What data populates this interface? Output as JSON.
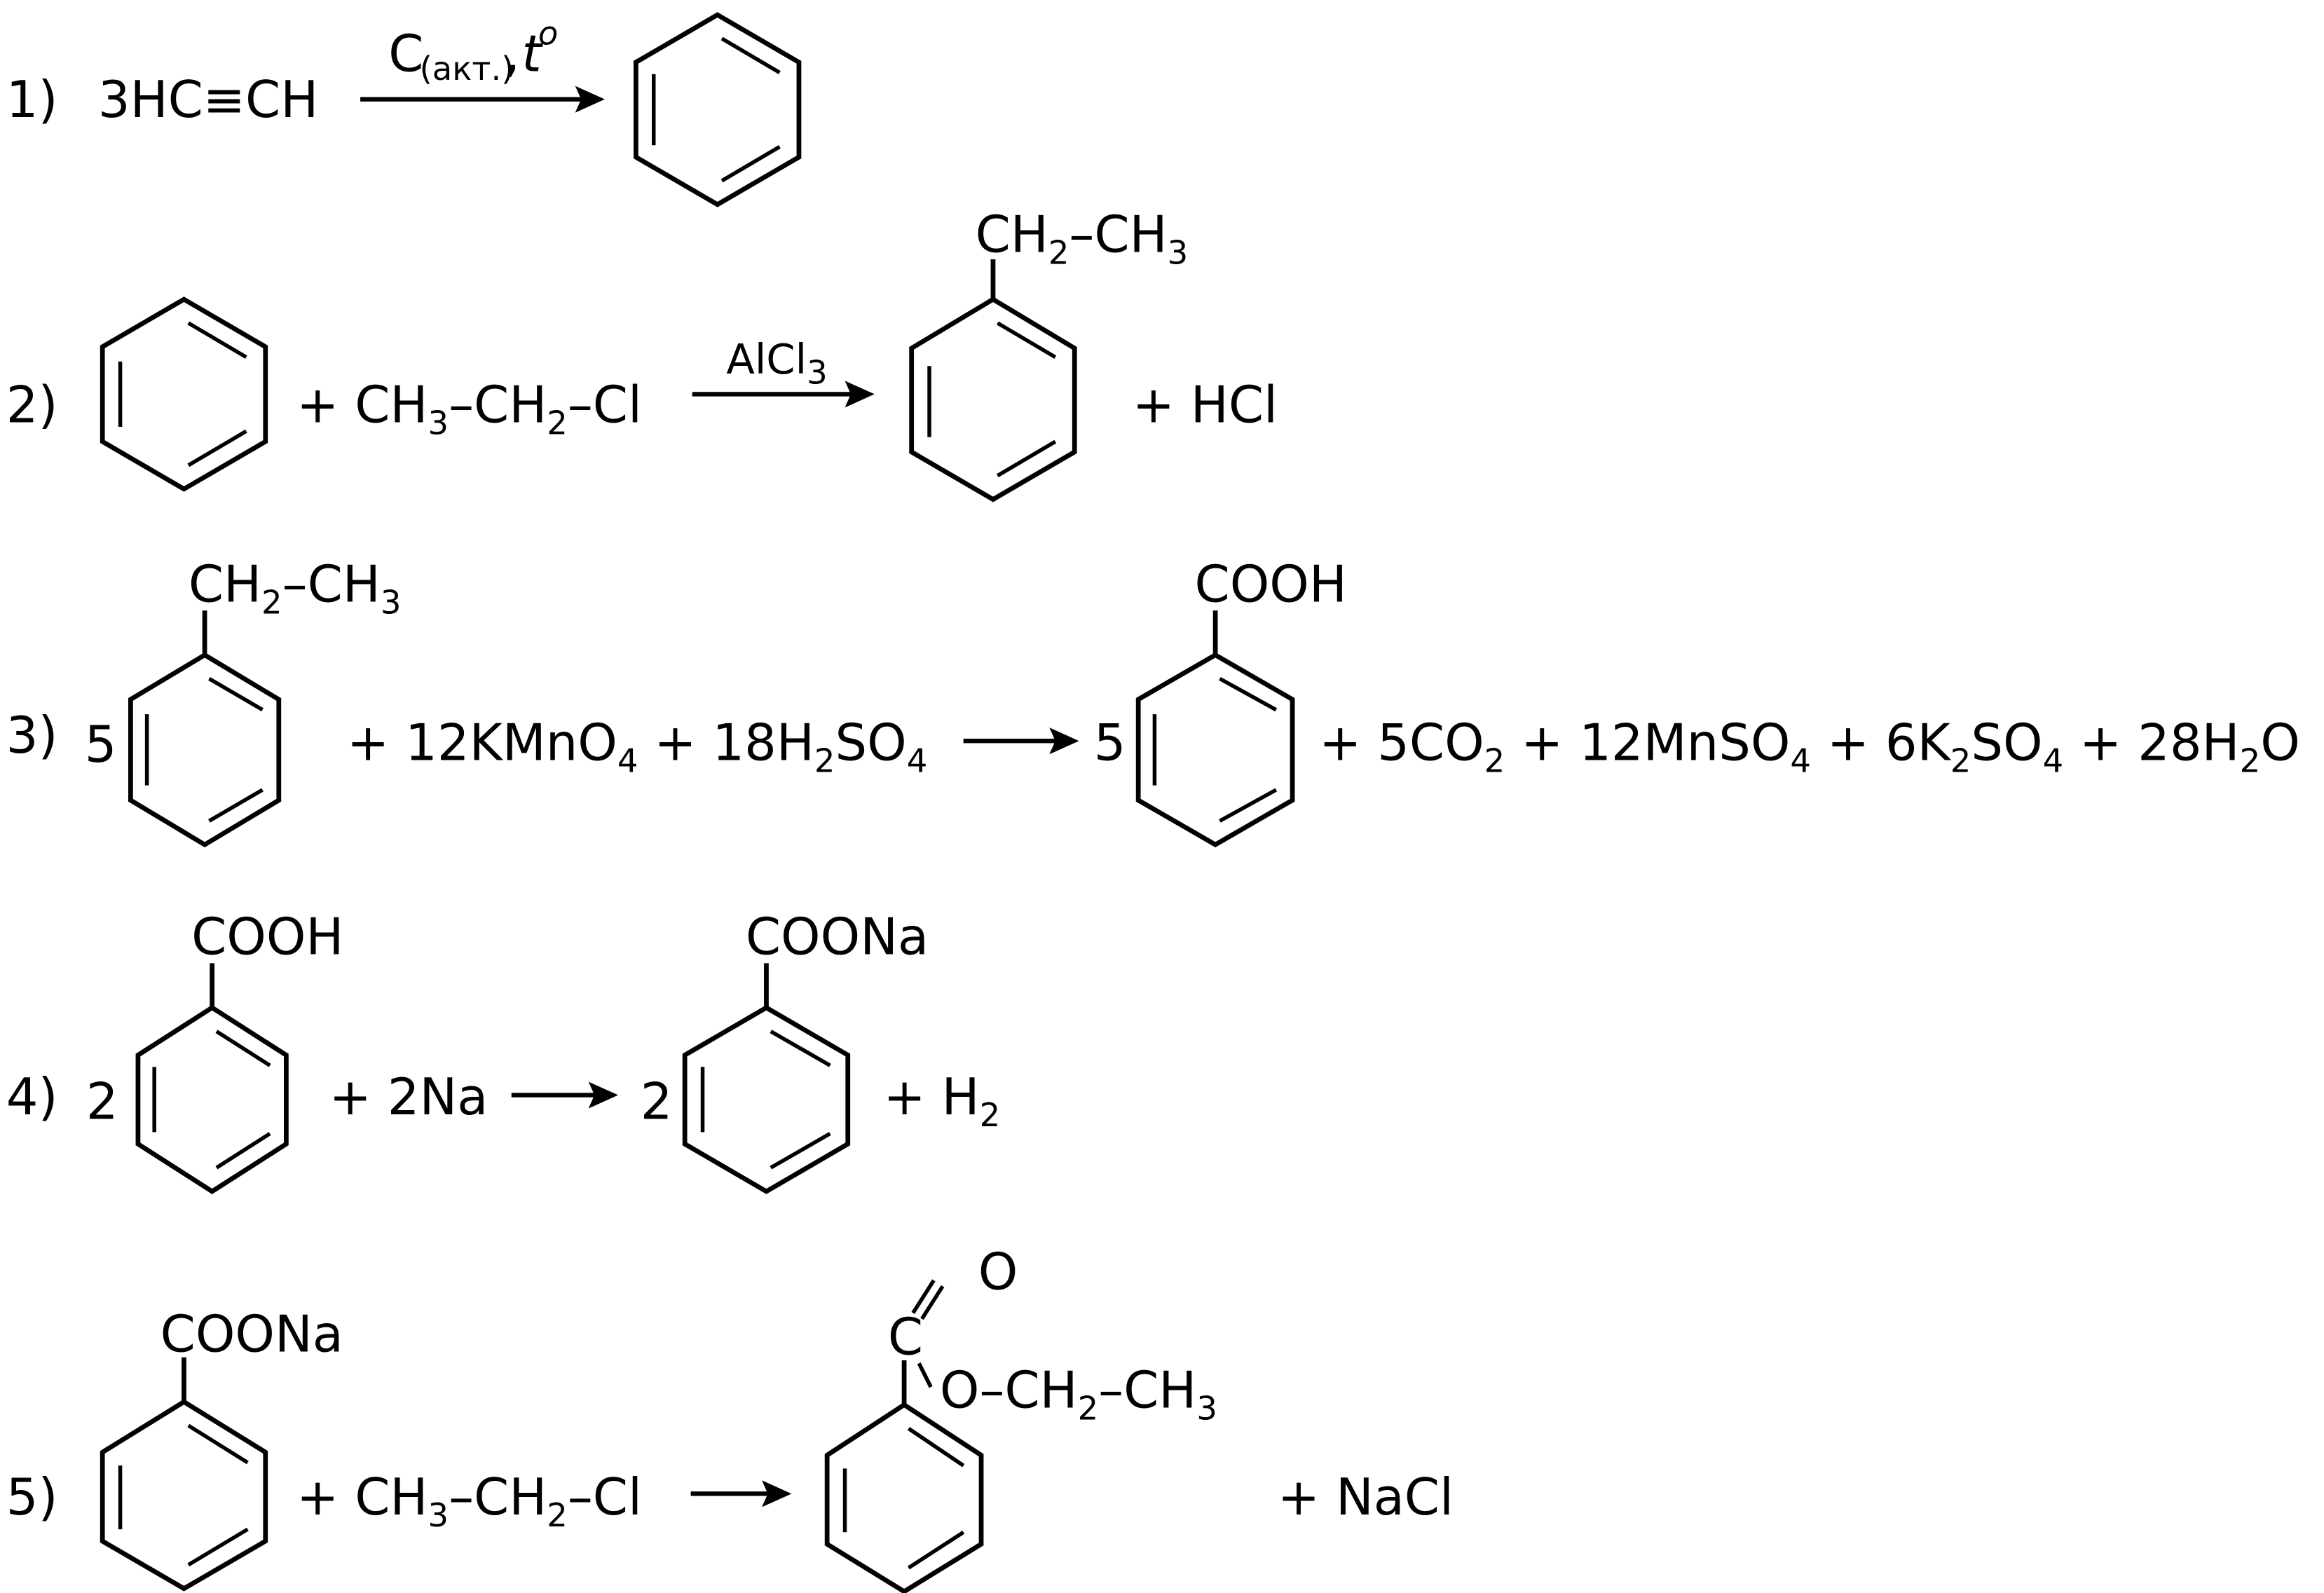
{
  "colors": {
    "ink": "#000000",
    "background": "#ffffff"
  },
  "reactions": [
    {
      "number": "1)",
      "reactants": [
        {
          "text": "3HC≡CH"
        }
      ],
      "catalyst": {
        "main": "C",
        "sub": "(акт.)",
        "sep": ",",
        "temp": "t",
        "temp_sup": "o"
      },
      "products": [
        {
          "structure": "benzene"
        }
      ]
    },
    {
      "number": "2)",
      "reactants": [
        {
          "structure": "benzene"
        },
        {
          "parts": [
            "+ CH",
            "3",
            "–CH",
            "2",
            "–Cl"
          ]
        }
      ],
      "catalyst": {
        "main": "AlCl",
        "sub": "3"
      },
      "products": [
        {
          "structure": "ethylbenzene",
          "substituent": [
            "CH",
            "2",
            "–CH",
            "3"
          ]
        },
        {
          "text": "+ HCl"
        }
      ]
    },
    {
      "number": "3)",
      "reactants": [
        {
          "coefficient": "5",
          "structure": "ethylbenzene",
          "substituent": [
            "CH",
            "2",
            "–CH",
            "3"
          ]
        },
        {
          "parts": [
            "+ 12KMnO",
            "4",
            " + 18H",
            "2",
            "SO",
            "4"
          ]
        }
      ],
      "products": [
        {
          "coefficient": "5",
          "structure": "benzoic acid",
          "substituent": "COOH"
        },
        {
          "parts": [
            "+ 5CO",
            "2",
            " + 12MnSO",
            "4",
            " + 6K",
            "2",
            "SO",
            "4",
            " + 28H",
            "2",
            "O"
          ]
        }
      ]
    },
    {
      "number": "4)",
      "reactants": [
        {
          "coefficient": "2",
          "structure": "benzoic acid",
          "substituent": "COOH"
        },
        {
          "text": "+ 2Na"
        }
      ],
      "products": [
        {
          "coefficient": "2",
          "structure": "sodium benzoate",
          "substituent": "COONa"
        },
        {
          "parts": [
            "+ H",
            "2"
          ]
        }
      ]
    },
    {
      "number": "5)",
      "reactants": [
        {
          "structure": "sodium benzoate",
          "substituent": "COONa"
        },
        {
          "parts": [
            "+ CH",
            "3",
            "–CH",
            "2",
            "–Cl"
          ]
        }
      ],
      "products": [
        {
          "structure": "ethyl benzoate",
          "carbonyl_c": "C",
          "carbonyl_o": "O",
          "ester": [
            "O–CH",
            "2",
            "–CH",
            "3"
          ]
        },
        {
          "text": "+ NaCl"
        }
      ]
    }
  ]
}
